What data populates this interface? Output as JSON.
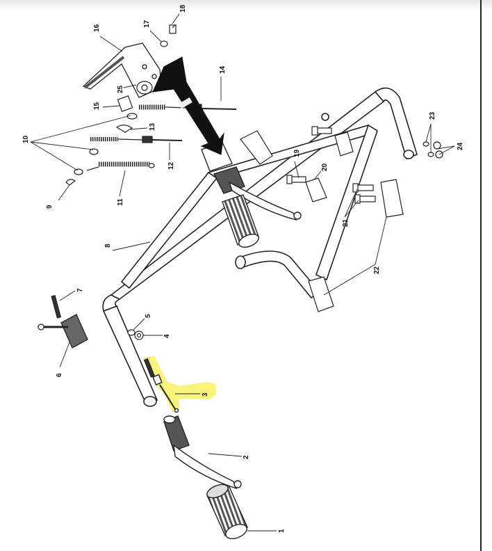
{
  "diagram": {
    "callouts": [
      {
        "id": "c1",
        "label": "1"
      },
      {
        "id": "c2",
        "label": "2"
      },
      {
        "id": "c3",
        "label": "3"
      },
      {
        "id": "c4",
        "label": "4"
      },
      {
        "id": "c5",
        "label": "5"
      },
      {
        "id": "c6",
        "label": "6"
      },
      {
        "id": "c7",
        "label": "7"
      },
      {
        "id": "c8",
        "label": "8"
      },
      {
        "id": "c9",
        "label": "9"
      },
      {
        "id": "c10",
        "label": "10"
      },
      {
        "id": "c11",
        "label": "11"
      },
      {
        "id": "c12",
        "label": "12"
      },
      {
        "id": "c13",
        "label": "13"
      },
      {
        "id": "c14",
        "label": "14"
      },
      {
        "id": "c15",
        "label": "15"
      },
      {
        "id": "c16",
        "label": "16"
      },
      {
        "id": "c17",
        "label": "17"
      },
      {
        "id": "c18",
        "label": "18"
      },
      {
        "id": "c19",
        "label": "19"
      },
      {
        "id": "c20",
        "label": "20"
      },
      {
        "id": "c21",
        "label": "21"
      },
      {
        "id": "c22",
        "label": "22"
      },
      {
        "id": "c23",
        "label": "23"
      },
      {
        "id": "c24",
        "label": "24"
      },
      {
        "id": "c25",
        "label": "25"
      }
    ],
    "highlight_color": "#f7f26a",
    "arrow_color": "#111111"
  }
}
